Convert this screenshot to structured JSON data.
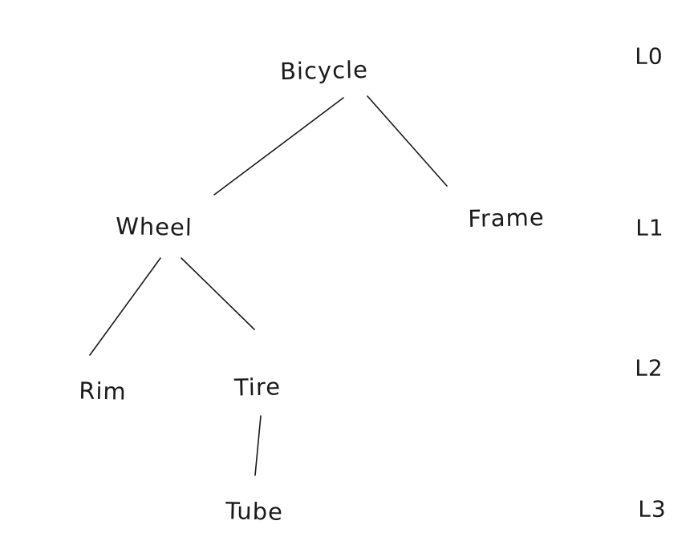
{
  "diagram": {
    "type": "tree",
    "description": "Hand-drawn component hierarchy tree of a bicycle with depth level labels on the right",
    "nodes": [
      {
        "id": "bicycle",
        "label": "Bicycle",
        "level": "L0",
        "parent": null
      },
      {
        "id": "wheel",
        "label": "Wheel",
        "level": "L1",
        "parent": "bicycle"
      },
      {
        "id": "frame",
        "label": "Frame",
        "level": "L1",
        "parent": "bicycle"
      },
      {
        "id": "rim",
        "label": "Rim",
        "level": "L2",
        "parent": "wheel"
      },
      {
        "id": "tire",
        "label": "Tire",
        "level": "L2",
        "parent": "wheel"
      },
      {
        "id": "tube",
        "label": "Tube",
        "level": "L3",
        "parent": "tire"
      }
    ],
    "edges": [
      {
        "from": "bicycle",
        "to": "wheel"
      },
      {
        "from": "bicycle",
        "to": "frame"
      },
      {
        "from": "wheel",
        "to": "rim"
      },
      {
        "from": "wheel",
        "to": "tire"
      },
      {
        "from": "tire",
        "to": "tube"
      }
    ],
    "level_labels": [
      "L0",
      "L1",
      "L2",
      "L3"
    ],
    "colors": {
      "ink": "#1a1a1a",
      "background": "#ffffff"
    }
  }
}
